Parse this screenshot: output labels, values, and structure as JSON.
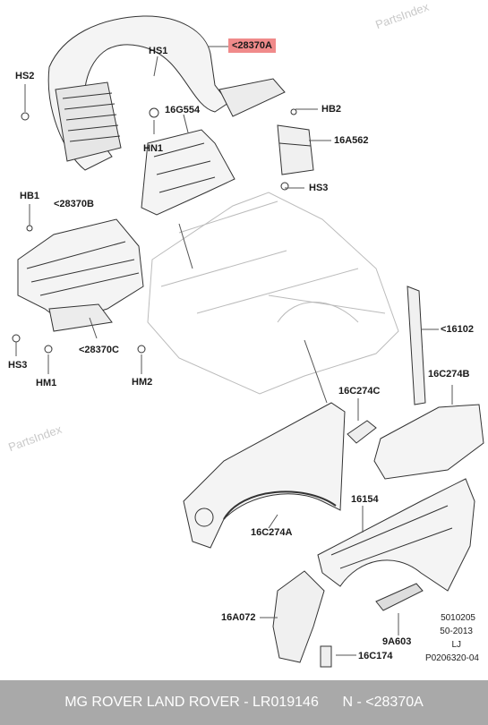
{
  "watermark": [
    "PartsIndex",
    "PartsIndex"
  ],
  "callouts": [
    "<28370A",
    "HS1",
    "HS2",
    "16G554",
    "HB2",
    "16A562",
    "HN1",
    "HS3",
    "HB1",
    "<28370B",
    "<16102",
    "HS3",
    "<28370C",
    "HM1",
    "HM2",
    "16C274C",
    "16C274B",
    "16154",
    "16C274A",
    "16A072",
    "9A603",
    "16C174"
  ],
  "reference": [
    "5010205",
    "50-2013",
    "LJ",
    "P0206320-04"
  ],
  "footer": {
    "brands": "MG ROVER LAND ROVER",
    "part_number": "LR019146",
    "code": "N - <28370A"
  },
  "colors": {
    "highlight": "#f08a8a",
    "footer_bg": "#a9a9a9"
  }
}
